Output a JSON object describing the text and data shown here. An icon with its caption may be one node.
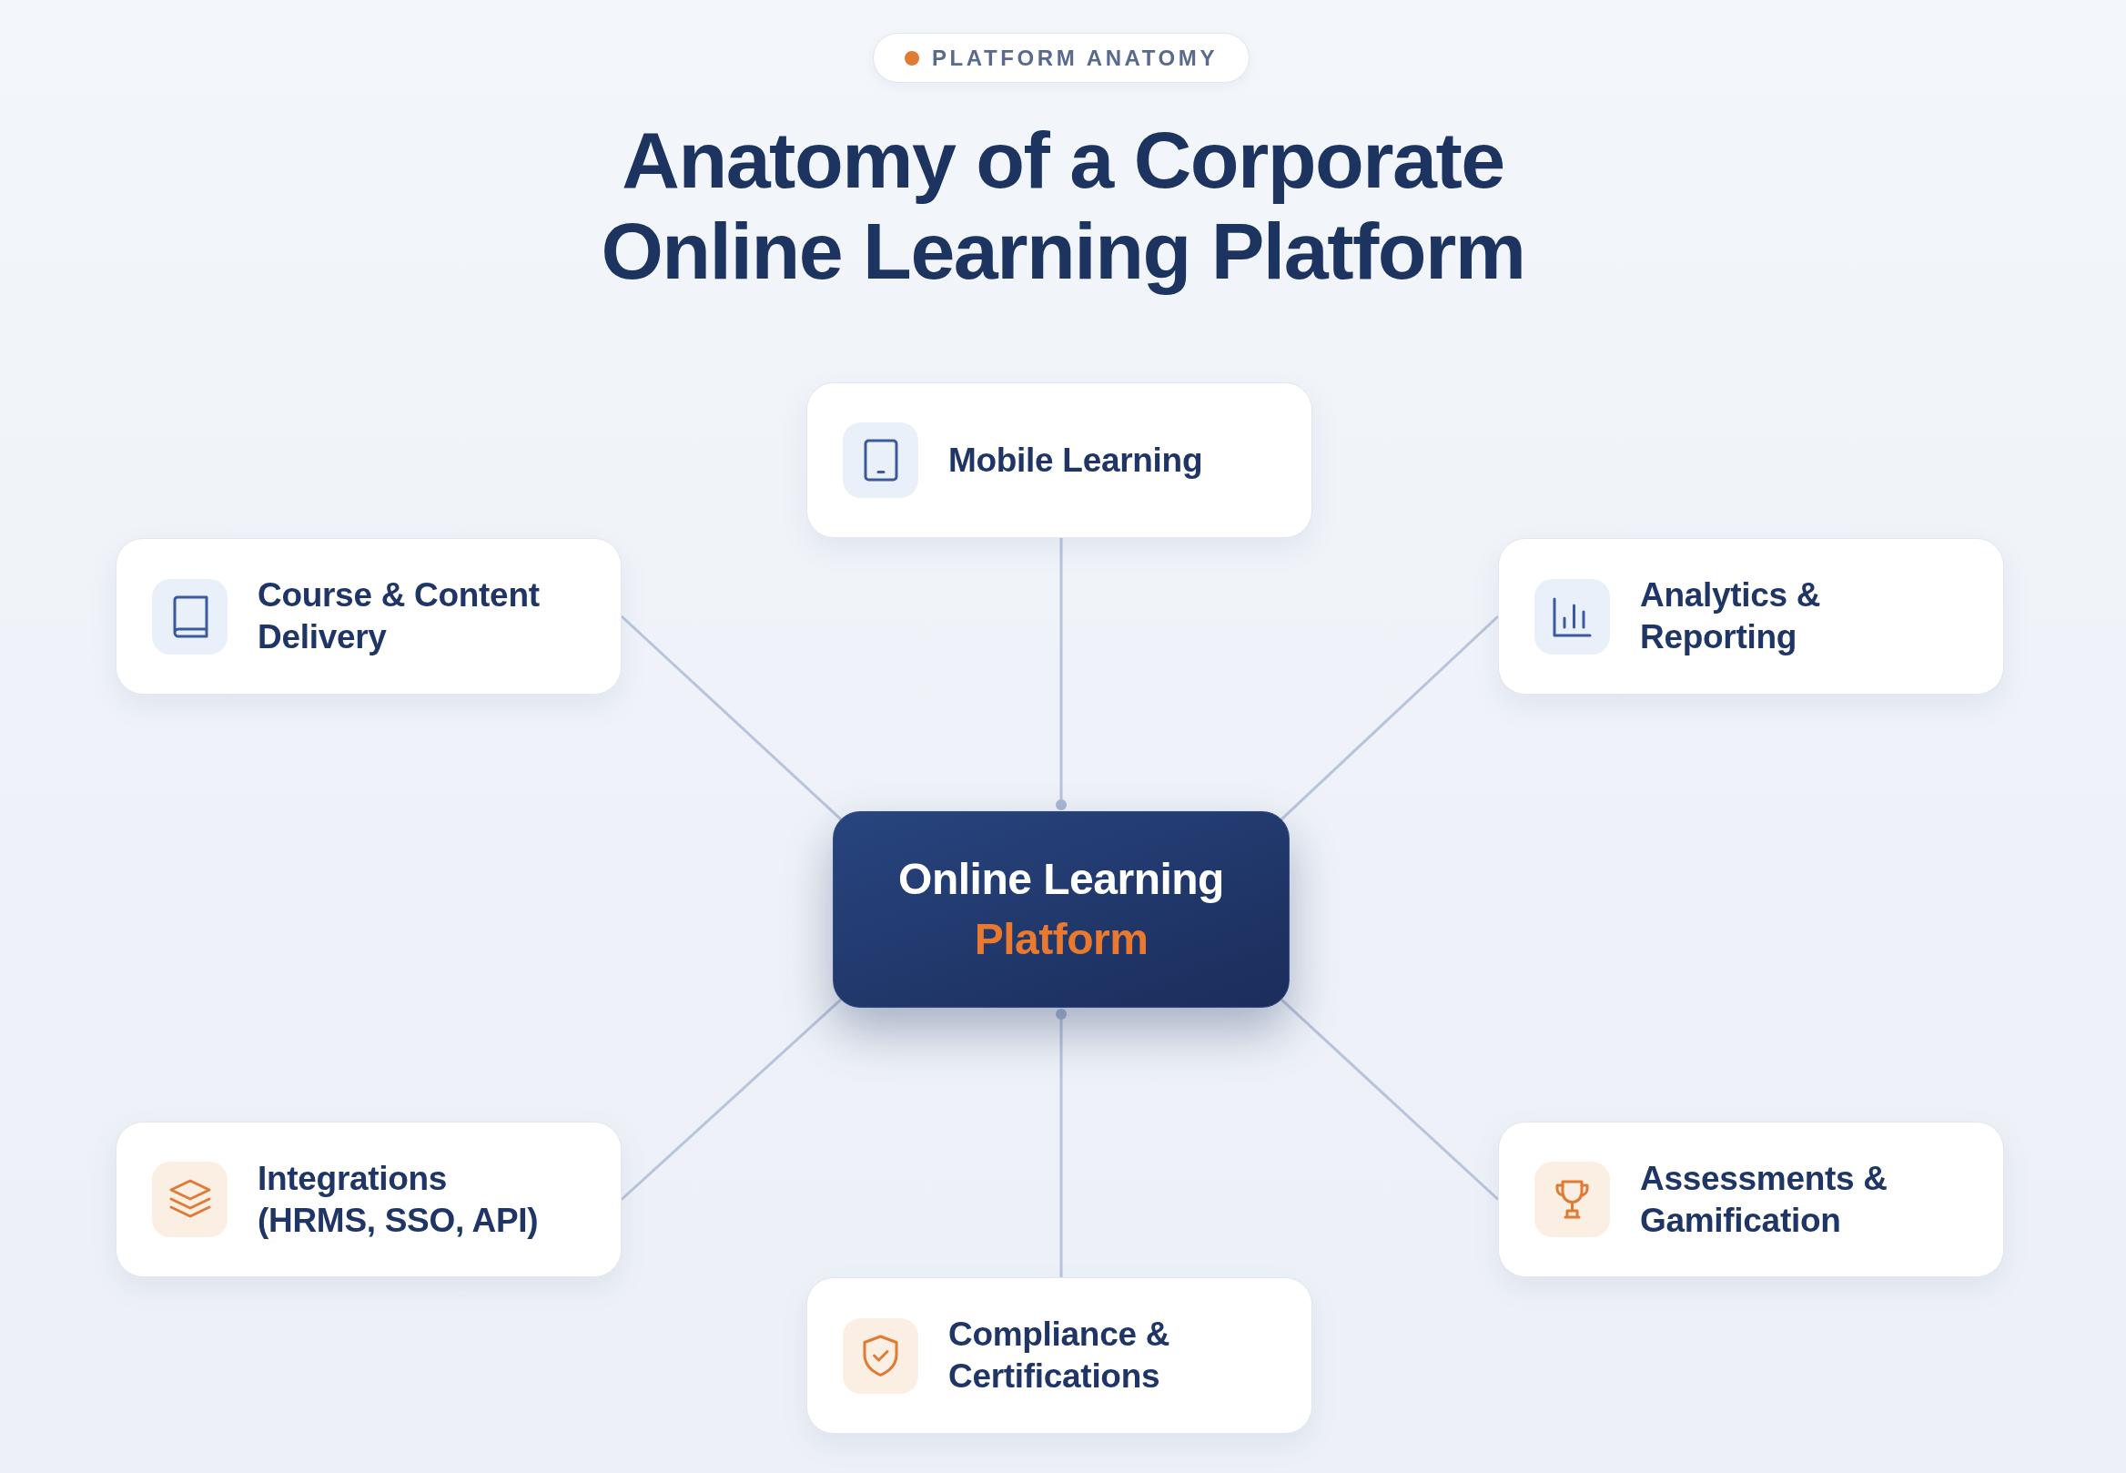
{
  "diagram": {
    "title": "Anatomy of a Corporate Online Learning Platform",
    "nodes": [
      {
        "text": [
          "Mobile Learning"
        ]
      },
      {
        "text": [
          "Course & Content Delivery"
        ]
      },
      {
        "text": [
          "Analytics & Reporting"
        ]
      },
      {
        "text": [
          "Online Learning",
          "Platform"
        ]
      },
      {
        "text": [
          "Integrations (HRMS, SSO, API)"
        ]
      },
      {
        "text": [
          "Assessments & Gamification"
        ]
      },
      {
        "text": [
          "Compliance & Certifications"
        ]
      }
    ],
    "edges": [
      {
        "from": 0,
        "to": 3,
        "arrow": "other"
      },
      {
        "from": 1,
        "to": 3,
        "arrow": "none"
      },
      {
        "from": 2,
        "to": 3,
        "arrow": "none"
      },
      {
        "from": 4,
        "to": 3,
        "arrow": "none"
      },
      {
        "from": 5,
        "to": 3,
        "arrow": "none"
      },
      {
        "from": 6,
        "to": 3,
        "arrow": "other"
      }
    ],
    "labels": [
      "PLATFORM ANATOMY"
    ]
  }
}
